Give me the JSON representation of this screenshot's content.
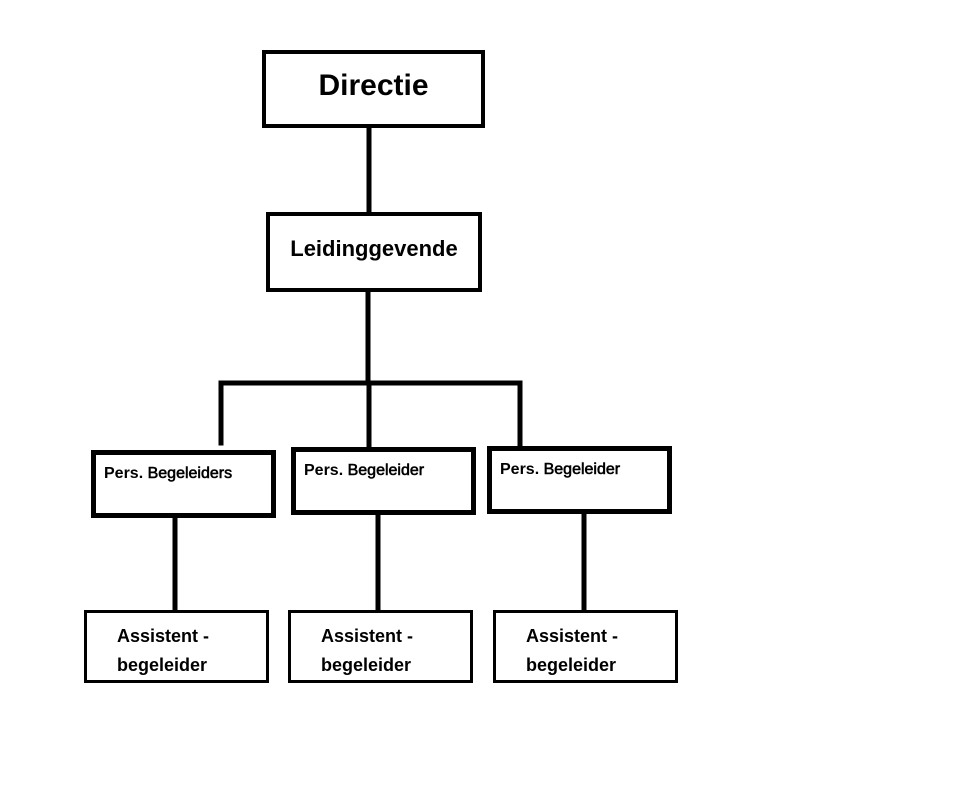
{
  "org_chart": {
    "top": {
      "label": "Directie"
    },
    "manager": {
      "label": "Leidinggevende"
    },
    "supervisors": [
      {
        "label_prefix": "Pers.",
        "label_rest": "Begeleiders",
        "assistant": {
          "line1": "Assistent -",
          "line2": "begeleider"
        }
      },
      {
        "label_prefix": "Pers.",
        "label_rest": "Begeleider",
        "assistant": {
          "line1": "Assistent -",
          "line2": "begeleider"
        }
      },
      {
        "label_prefix": "Pers.",
        "label_rest": "Begeleider",
        "assistant": {
          "line1": "Assistent -",
          "line2": "begeleider"
        }
      }
    ],
    "colors": {
      "line": "#000000",
      "box_fill": "#ffffff",
      "background": "#ffffff"
    }
  }
}
